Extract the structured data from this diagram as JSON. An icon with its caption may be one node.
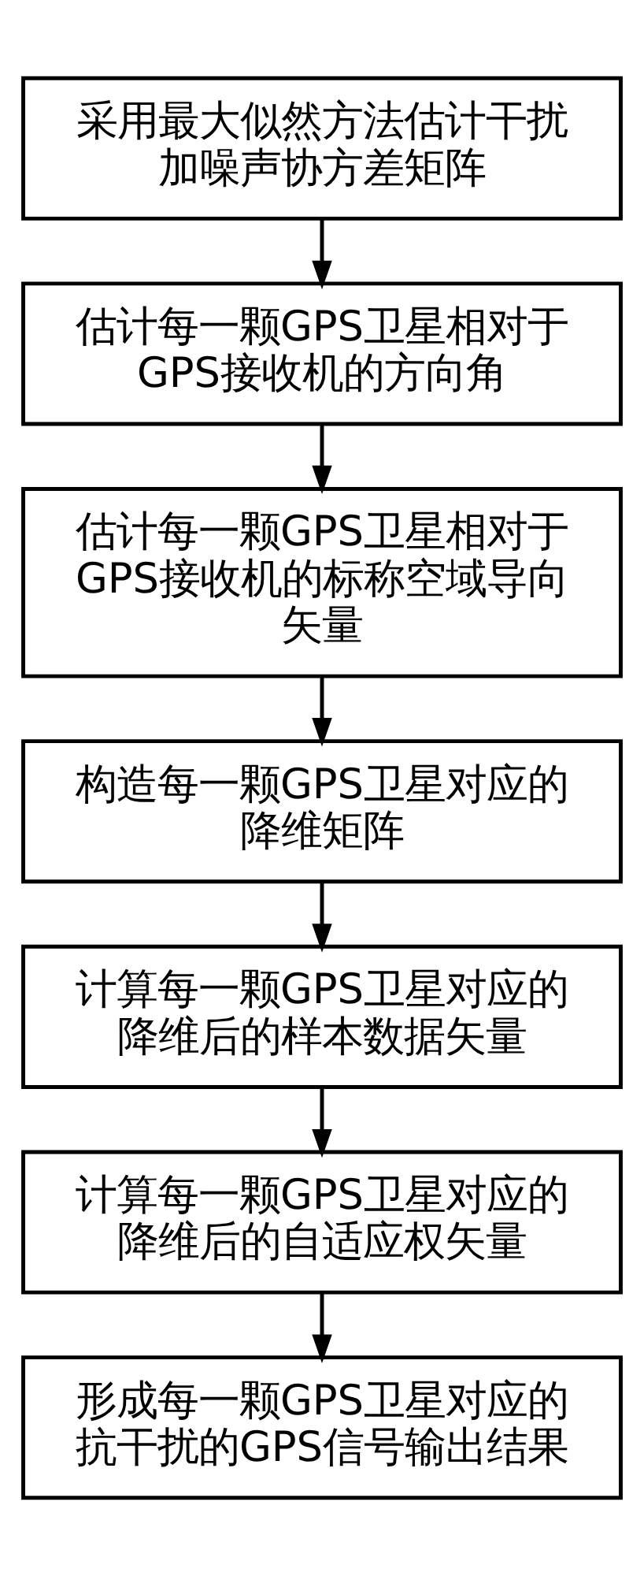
{
  "diagram": {
    "nodes": [
      {
        "text": [
          "采用最大似然方法估计干扰加噪声协方差矩阵"
        ]
      },
      {
        "text": [
          "估计每一颗GPS卫星相对于GPS接收机的方向角"
        ]
      },
      {
        "text": [
          "估计每一颗GPS卫星相对于GPS接收机的标称空域导向矢量"
        ]
      },
      {
        "text": [
          "构造每一颗GPS卫星对应的降维矩阵"
        ]
      },
      {
        "text": [
          "计算每一颗GPS卫星对应的降维后的样本数据矢量"
        ]
      },
      {
        "text": [
          "计算每一颗GPS卫星对应的降维后的自适应权矢量"
        ]
      },
      {
        "text": [
          "形成每一颗GPS卫星对应的抗干扰的GPS信号输出结果"
        ]
      }
    ],
    "edges": [
      {
        "from": 0,
        "to": 1,
        "arrow": "to"
      },
      {
        "from": 1,
        "to": 2,
        "arrow": "to"
      },
      {
        "from": 2,
        "to": 3,
        "arrow": "to"
      },
      {
        "from": 3,
        "to": 4,
        "arrow": "to"
      },
      {
        "from": 4,
        "to": 5,
        "arrow": "to"
      },
      {
        "from": 5,
        "to": 6,
        "arrow": "to"
      }
    ]
  }
}
